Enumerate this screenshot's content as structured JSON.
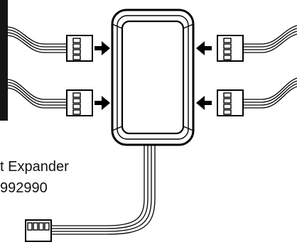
{
  "diagram": {
    "caption": {
      "line1": "t Expander",
      "line2": "992990"
    },
    "arrow_directions": [
      "right",
      "right",
      "left",
      "left"
    ]
  }
}
